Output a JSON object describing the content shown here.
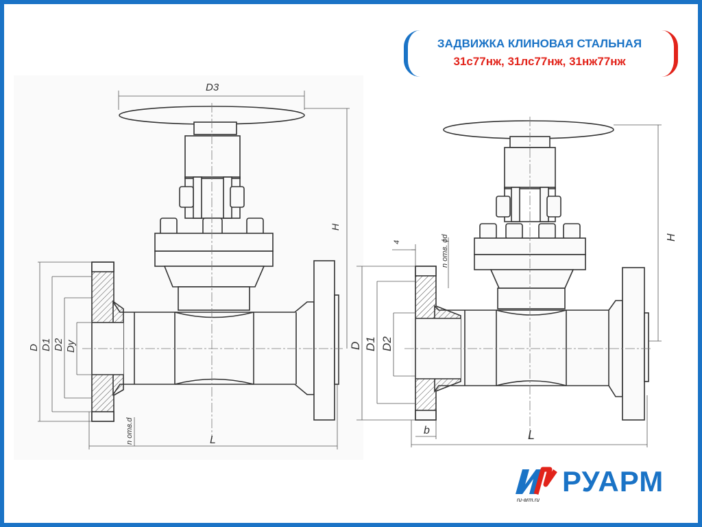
{
  "title": {
    "line1": "ЗАДВИЖКА КЛИНОВАЯ СТАЛЬНАЯ",
    "line2": "31с77нж, 31лс77нж, 31нж77нж"
  },
  "colors": {
    "frame": "#1a73c6",
    "title_blue": "#1a73c6",
    "title_red": "#e2231a"
  },
  "logo": {
    "name": "РУАРМ",
    "site": "ru-arm.ru"
  },
  "left_view": {
    "dims": {
      "d3": "D3",
      "h": "H",
      "d": "D",
      "d1": "D1",
      "d2": "D2",
      "dy": "Dy",
      "n_holes": "n отв.d",
      "l": "L"
    }
  },
  "right_view": {
    "dims": {
      "four": "4",
      "n_holes": "n отв. ϕd",
      "h": "H",
      "d": "D",
      "d1": "D1",
      "d2": "D2",
      "b": "b",
      "l": "L"
    }
  }
}
